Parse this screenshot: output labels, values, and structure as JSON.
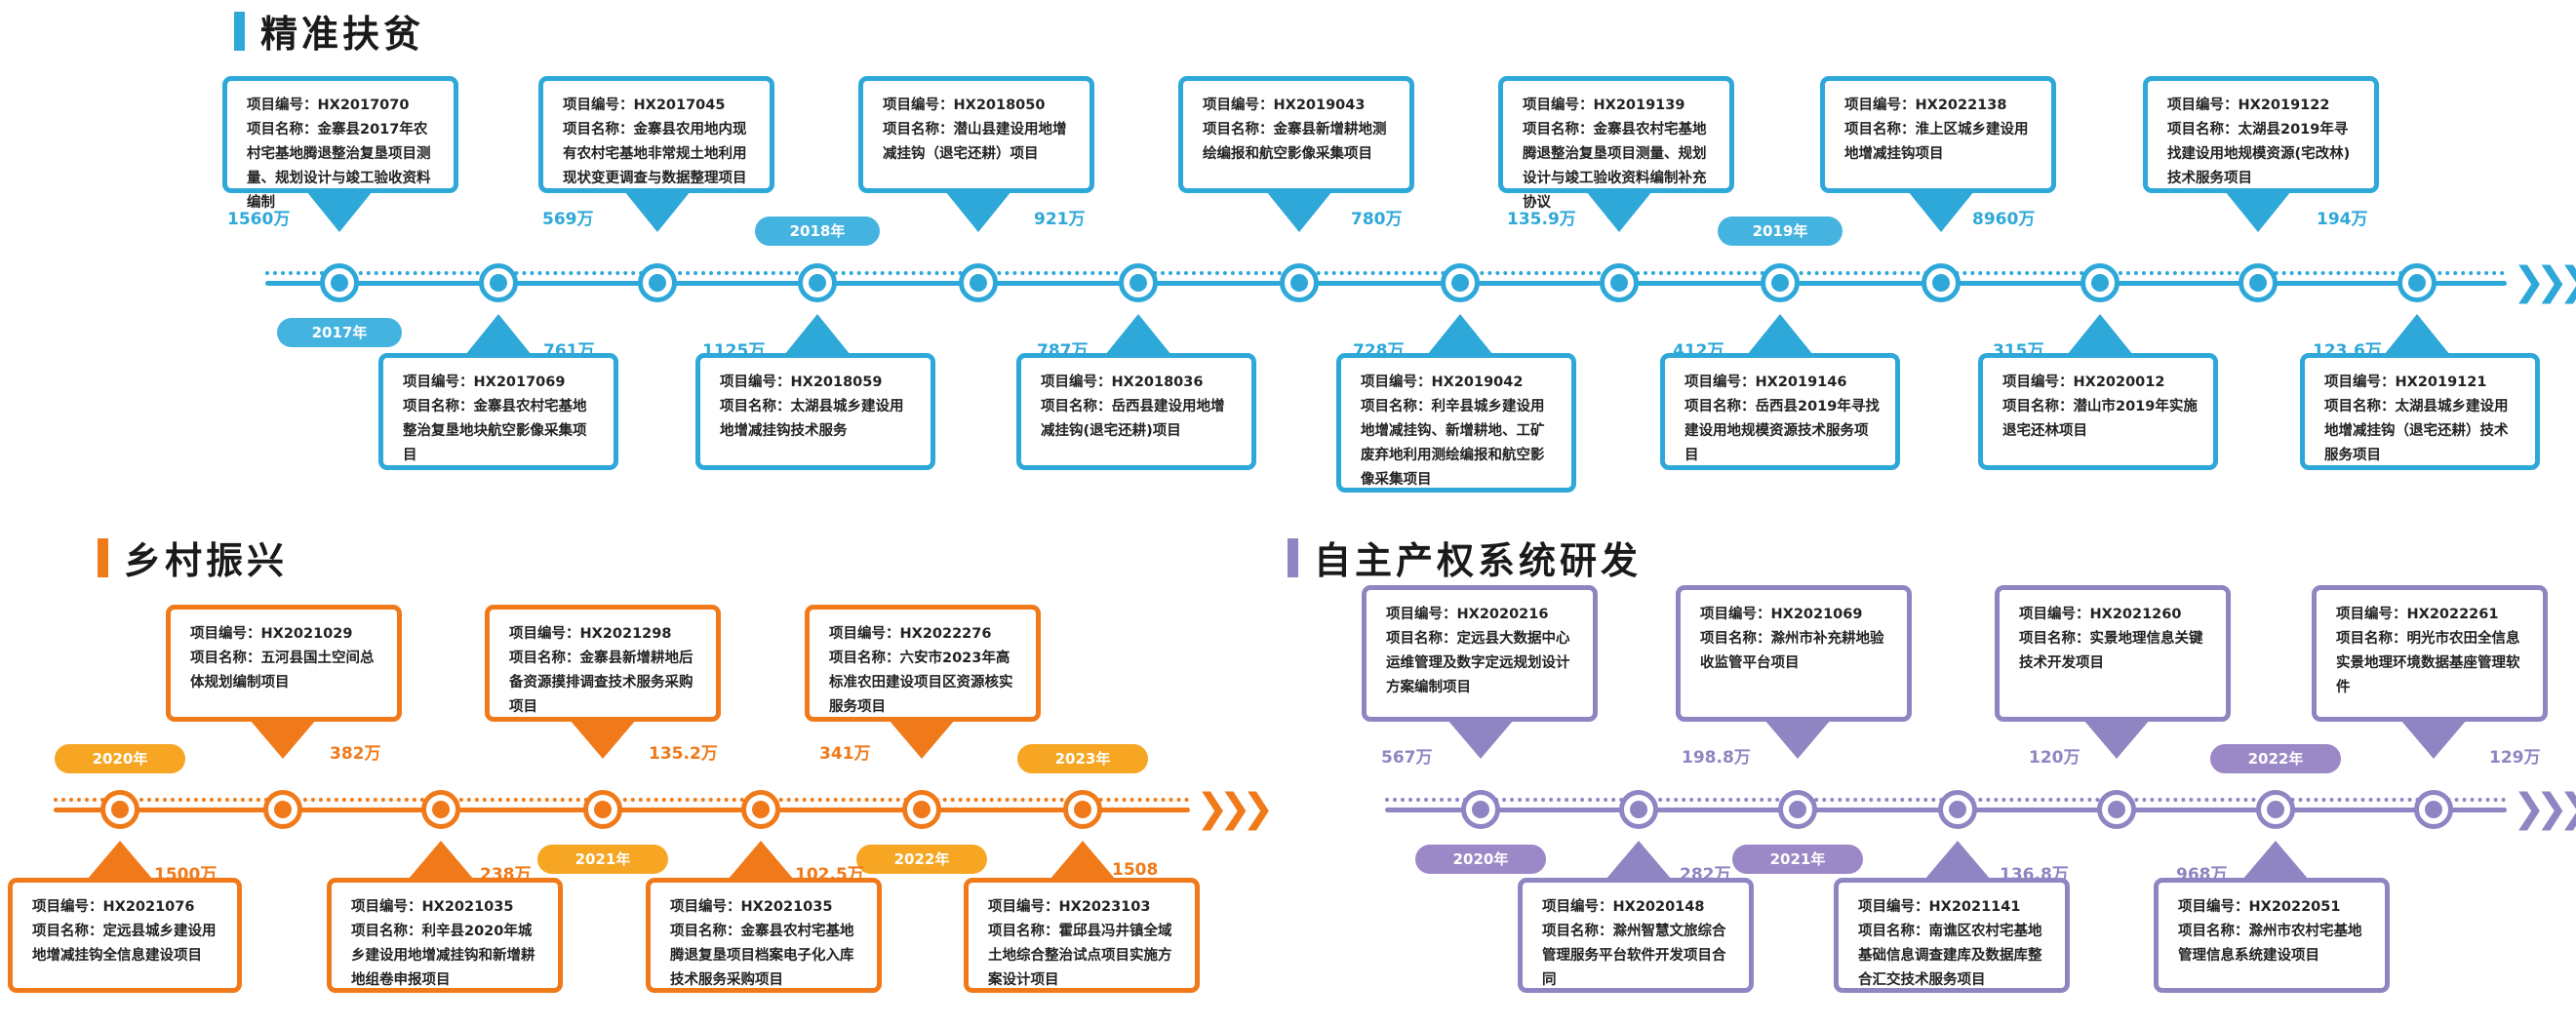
{
  "colors": {
    "blue": "#2ea8d9",
    "orange": "#f07a1a",
    "purple": "#8f85c2",
    "year_blue": "#45b3e0",
    "year_orange": "#f6a623",
    "year_purple": "#9b88c6"
  },
  "sections": {
    "precision": {
      "title": "精准扶贫"
    },
    "rural": {
      "title": "乡村振兴"
    },
    "system": {
      "title": "自主产权系统研发"
    }
  },
  "labels": {
    "code": "项目编号：",
    "name": "项目名称："
  },
  "precision_items": [
    {
      "code": "HX2017070",
      "name": "金寨县2017年农村宅基地腾退整治复垦项目测量、规划设计与竣工验收资料编制",
      "amount": "1560万"
    },
    {
      "code": "HX2017069",
      "name": "金寨县农村宅基地整治复垦地块航空影像采集项目",
      "amount": "761万"
    },
    {
      "code": "HX2017045",
      "name": "金寨县农用地内现有农村宅基地非常规土地利用现状变更调查与数据整理项目",
      "amount": "569万"
    },
    {
      "code": "HX2018059",
      "name": "太湖县城乡建设用地增减挂钩技术服务",
      "amount": "1125万"
    },
    {
      "code": "HX2018050",
      "name": "潜山县建设用地增减挂钩（退宅还耕）项目",
      "amount": "921万"
    },
    {
      "code": "HX2018036",
      "name": "岳西县建设用地增减挂钩(退宅还耕)项目",
      "amount": "787万"
    },
    {
      "code": "HX2019043",
      "name": "金寨县新增耕地测绘编报和航空影像采集项目",
      "amount": "780万"
    },
    {
      "code": "HX2019042",
      "name": "利辛县城乡建设用地增减挂钩、新增耕地、工矿废弃地利用测绘编报和航空影像采集项目",
      "amount": "728万"
    },
    {
      "code": "HX2019139",
      "name": "金寨县农村宅基地腾退整治复垦项目测量、规划设计与竣工验收资料编制补充协议",
      "amount": "135.9万"
    },
    {
      "code": "HX2019146",
      "name": "岳西县2019年寻找建设用地规模资源技术服务项目",
      "amount": "412万"
    },
    {
      "code": "HX2022138",
      "name": "淮上区城乡建设用地增减挂钩项目",
      "amount": "8960万"
    },
    {
      "code": "HX2020012",
      "name": "潜山市2019年实施退宅还林项目",
      "amount": "315万"
    },
    {
      "code": "HX2019122",
      "name": "太湖县2019年寻找建设用地规模资源(宅改林)技术服务项目",
      "amount": "194万"
    },
    {
      "code": "HX2019121",
      "name": "太湖县城乡建设用地增减挂钩（退宅还耕）技术服务项目",
      "amount": "123.6万"
    }
  ],
  "precision_years": [
    "2017年",
    "2018年",
    "2019年"
  ],
  "rural_items": [
    {
      "code": "HX2021076",
      "name": "定远县城乡建设用地增减挂钩全信息建设项目",
      "amount": "1500万"
    },
    {
      "code": "HX2021029",
      "name": "五河县国土空间总体规划编制项目",
      "amount": "382万"
    },
    {
      "code": "HX2021035",
      "name": "利辛县2020年城乡建设用地增减挂钩和新增耕地组卷申报项目",
      "amount": "238万"
    },
    {
      "code": "HX2021298",
      "name": "金寨县新增耕地后备资源摸排调查技术服务采购项目",
      "amount": "135.2万"
    },
    {
      "code": "HX2021035",
      "name": "金寨县农村宅基地腾退复垦项目档案电子化入库技术服务采购项目",
      "amount": "102.5万"
    },
    {
      "code": "HX2022276",
      "name": "六安市2023年高标准农田建设项目区资源核实服务项目",
      "amount": "341万"
    },
    {
      "code": "HX2023103",
      "name": "霍邱县冯井镇全域土地综合整治试点项目实施方案设计项目",
      "amount": "1508"
    }
  ],
  "rural_years": [
    "2020年",
    "2021年",
    "2022年",
    "2023年"
  ],
  "system_items": [
    {
      "code": "HX2020216",
      "name": "定远县大数据中心运维管理及数字定远规划设计方案编制项目",
      "amount": "567万"
    },
    {
      "code": "HX2020148",
      "name": "滁州智慧文旅综合管理服务平台软件开发项目合同",
      "amount": "282万"
    },
    {
      "code": "HX2021069",
      "name": "滁州市补充耕地验收监管平台项目",
      "amount": "198.8万"
    },
    {
      "code": "HX2021141",
      "name": "南谯区农村宅基地基础信息调查建库及数据库整合汇交技术服务项目",
      "amount": "136.8万"
    },
    {
      "code": "HX2021260",
      "name": "实景地理信息关键技术开发项目",
      "amount": "120万"
    },
    {
      "code": "HX2022051",
      "name": "滁州市农村宅基地管理信息系统建设项目",
      "amount": "968万"
    },
    {
      "code": "HX2022261",
      "name": "明光市农田全信息实景地理环境数据基座管理软件",
      "amount": "129万"
    }
  ],
  "system_years": [
    "2020年",
    "2021年",
    "2022年"
  ]
}
